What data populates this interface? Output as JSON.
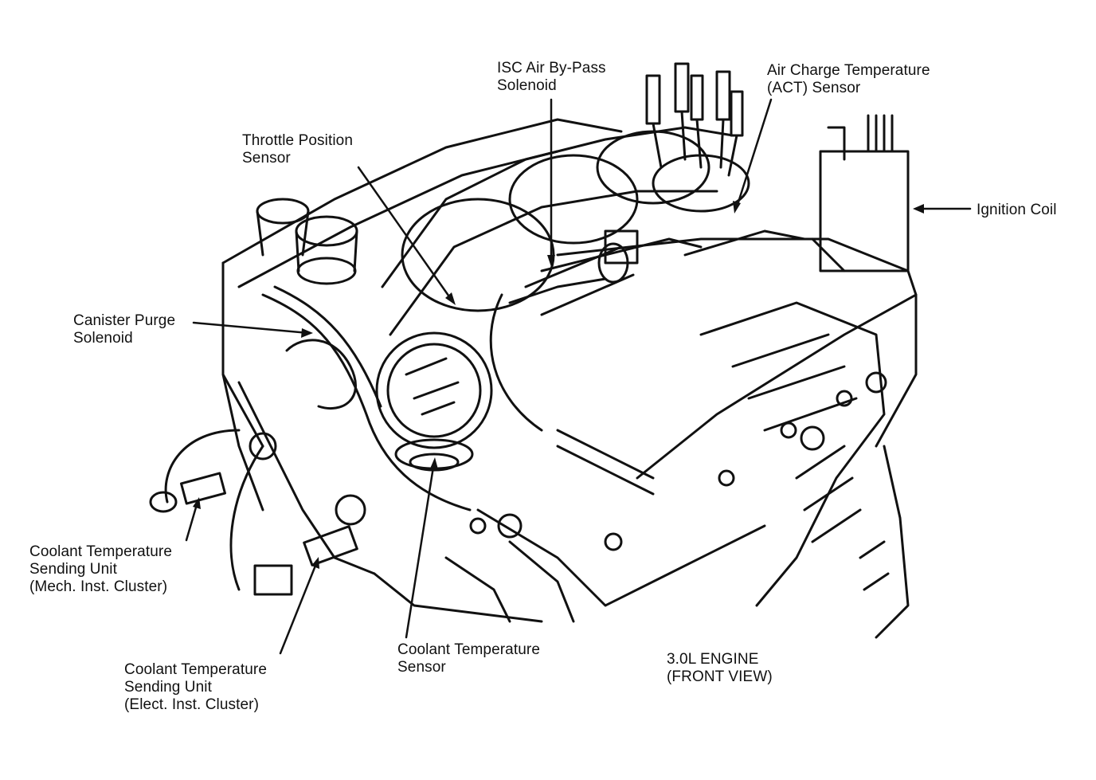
{
  "colors": {
    "ink": "#111111",
    "paper": "#ffffff"
  },
  "labels": {
    "isc_bypass": {
      "line1": "ISC Air By-Pass",
      "line2": "Solenoid"
    },
    "act_sensor": {
      "line1": "Air Charge Temperature",
      "line2": "(ACT) Sensor"
    },
    "throttle_position": {
      "line1": "Throttle Position",
      "line2": "Sensor"
    },
    "ignition_coil": {
      "line1": "Ignition Coil"
    },
    "canister_purge": {
      "line1": "Canister Purge",
      "line2": "Solenoid"
    },
    "coolant_send_mech": {
      "line1": "Coolant Temperature",
      "line2": "Sending Unit",
      "line3": "(Mech. Inst. Cluster)"
    },
    "coolant_send_elect": {
      "line1": "Coolant Temperature",
      "line2": "Sending Unit",
      "line3": "(Elect. Inst. Cluster)"
    },
    "coolant_sensor": {
      "line1": "Coolant Temperature",
      "line2": "Sensor"
    }
  },
  "caption": {
    "line1": "3.0L ENGINE",
    "line2": "(FRONT VIEW)"
  }
}
